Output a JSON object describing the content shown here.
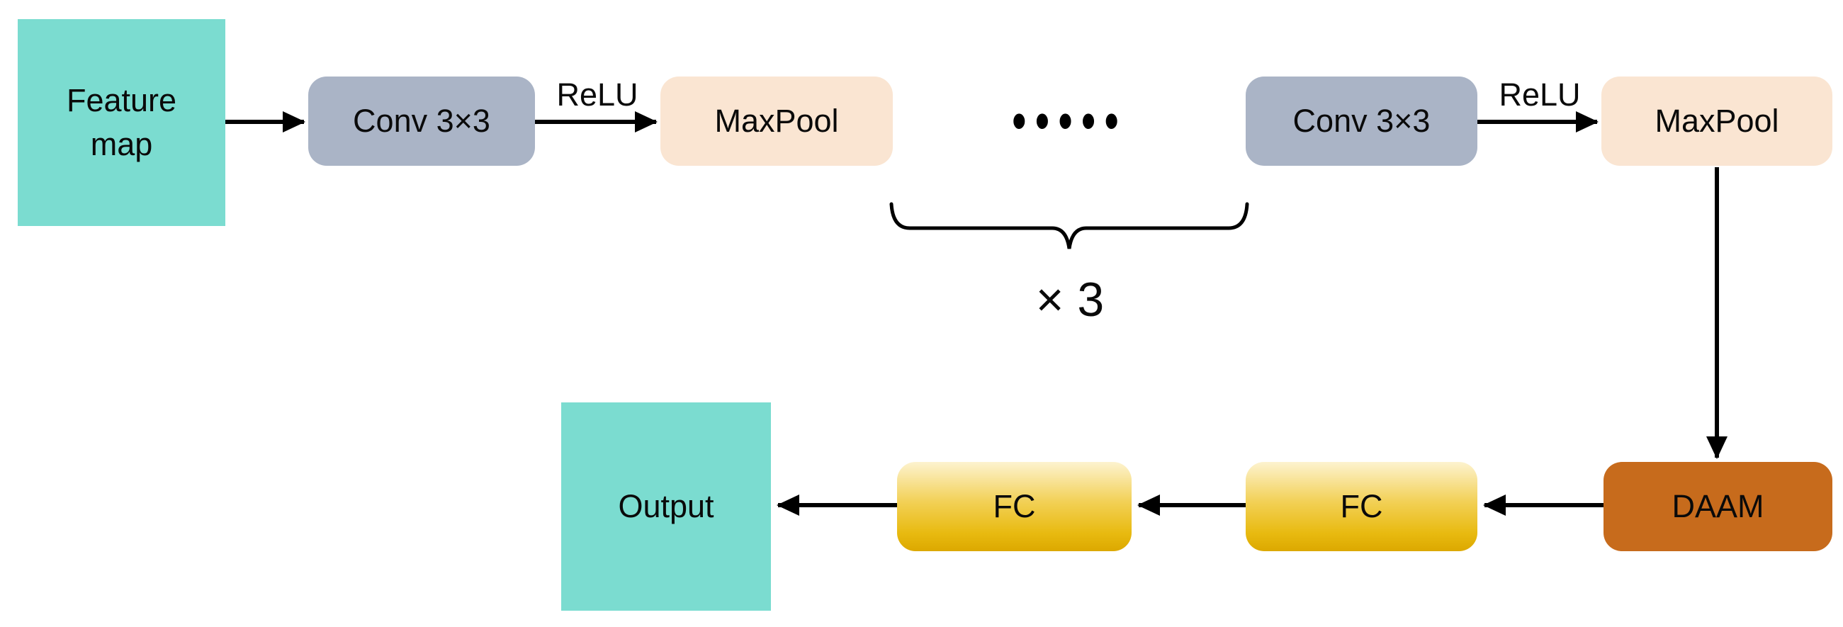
{
  "diagram": {
    "title": "CNN backbone with DAAM architecture diagram",
    "nodes": {
      "feature_map": {
        "label": "Feature map",
        "shape": "square",
        "color": "#7BDCD0"
      },
      "conv1": {
        "label": "Conv 3×3",
        "shape": "rounded",
        "color": "#AAB4C6"
      },
      "maxpool1": {
        "label": "MaxPool",
        "shape": "rounded",
        "color": "#FAE5D2"
      },
      "conv2": {
        "label": "Conv 3×3",
        "shape": "rounded",
        "color": "#AAB4C6"
      },
      "maxpool2": {
        "label": "MaxPool",
        "shape": "rounded",
        "color": "#FAE5D2"
      },
      "daam": {
        "label": "DAAM",
        "shape": "rounded",
        "color": "#C76B1C"
      },
      "fc1": {
        "label": "FC",
        "shape": "rounded",
        "color_top": "#FDF3CF",
        "color_bottom": "#DCA800"
      },
      "fc2": {
        "label": "FC",
        "shape": "rounded",
        "color_top": "#FDF3CF",
        "color_bottom": "#DCA800"
      },
      "output": {
        "label": "Output",
        "shape": "square",
        "color": "#7BDCD0"
      }
    },
    "annotations": {
      "relu1": "ReLU",
      "relu2": "ReLU",
      "ellipsis": "•••••",
      "repeat_count": "× 3"
    },
    "colors": {
      "background": "#FFFFFF",
      "arrow": "#000000",
      "text": "#0A0A0A"
    }
  }
}
